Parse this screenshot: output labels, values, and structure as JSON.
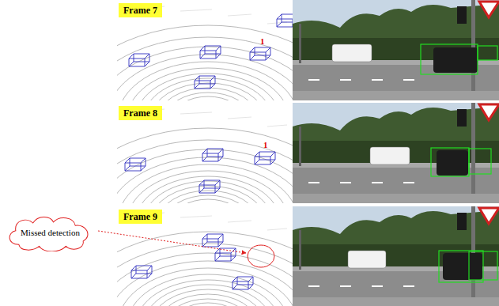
{
  "diagram": {
    "nodes": [
      {
        "text": [
          "Frame 7"
        ]
      },
      {
        "text": [
          "Frame 8"
        ]
      },
      {
        "text": [
          "Missed detection"
        ]
      },
      {
        "text": [
          "Frame 9"
        ]
      }
    ],
    "labels": [
      "1",
      "1"
    ]
  }
}
